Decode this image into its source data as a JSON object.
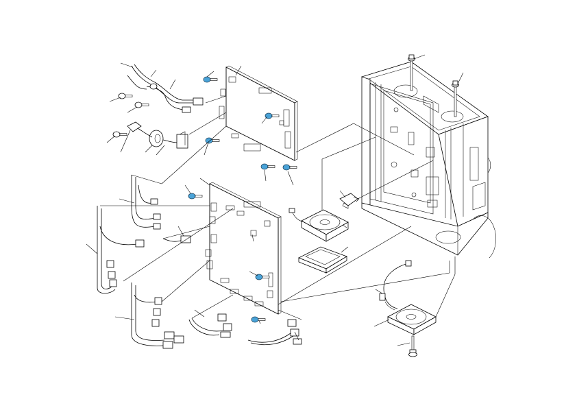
{
  "diagram": {
    "kind": "exploded parts view",
    "colors": {
      "screw": "#4aa3d8",
      "line": "#000000",
      "background": "#ffffff"
    },
    "components": [
      "upper-control-board",
      "lower-control-board",
      "frame-chassis",
      "cooling-fan-upper",
      "fan-bracket",
      "cooling-fan-lower",
      "wire-harnesses",
      "ferrite-core",
      "mounting-screws"
    ]
  }
}
